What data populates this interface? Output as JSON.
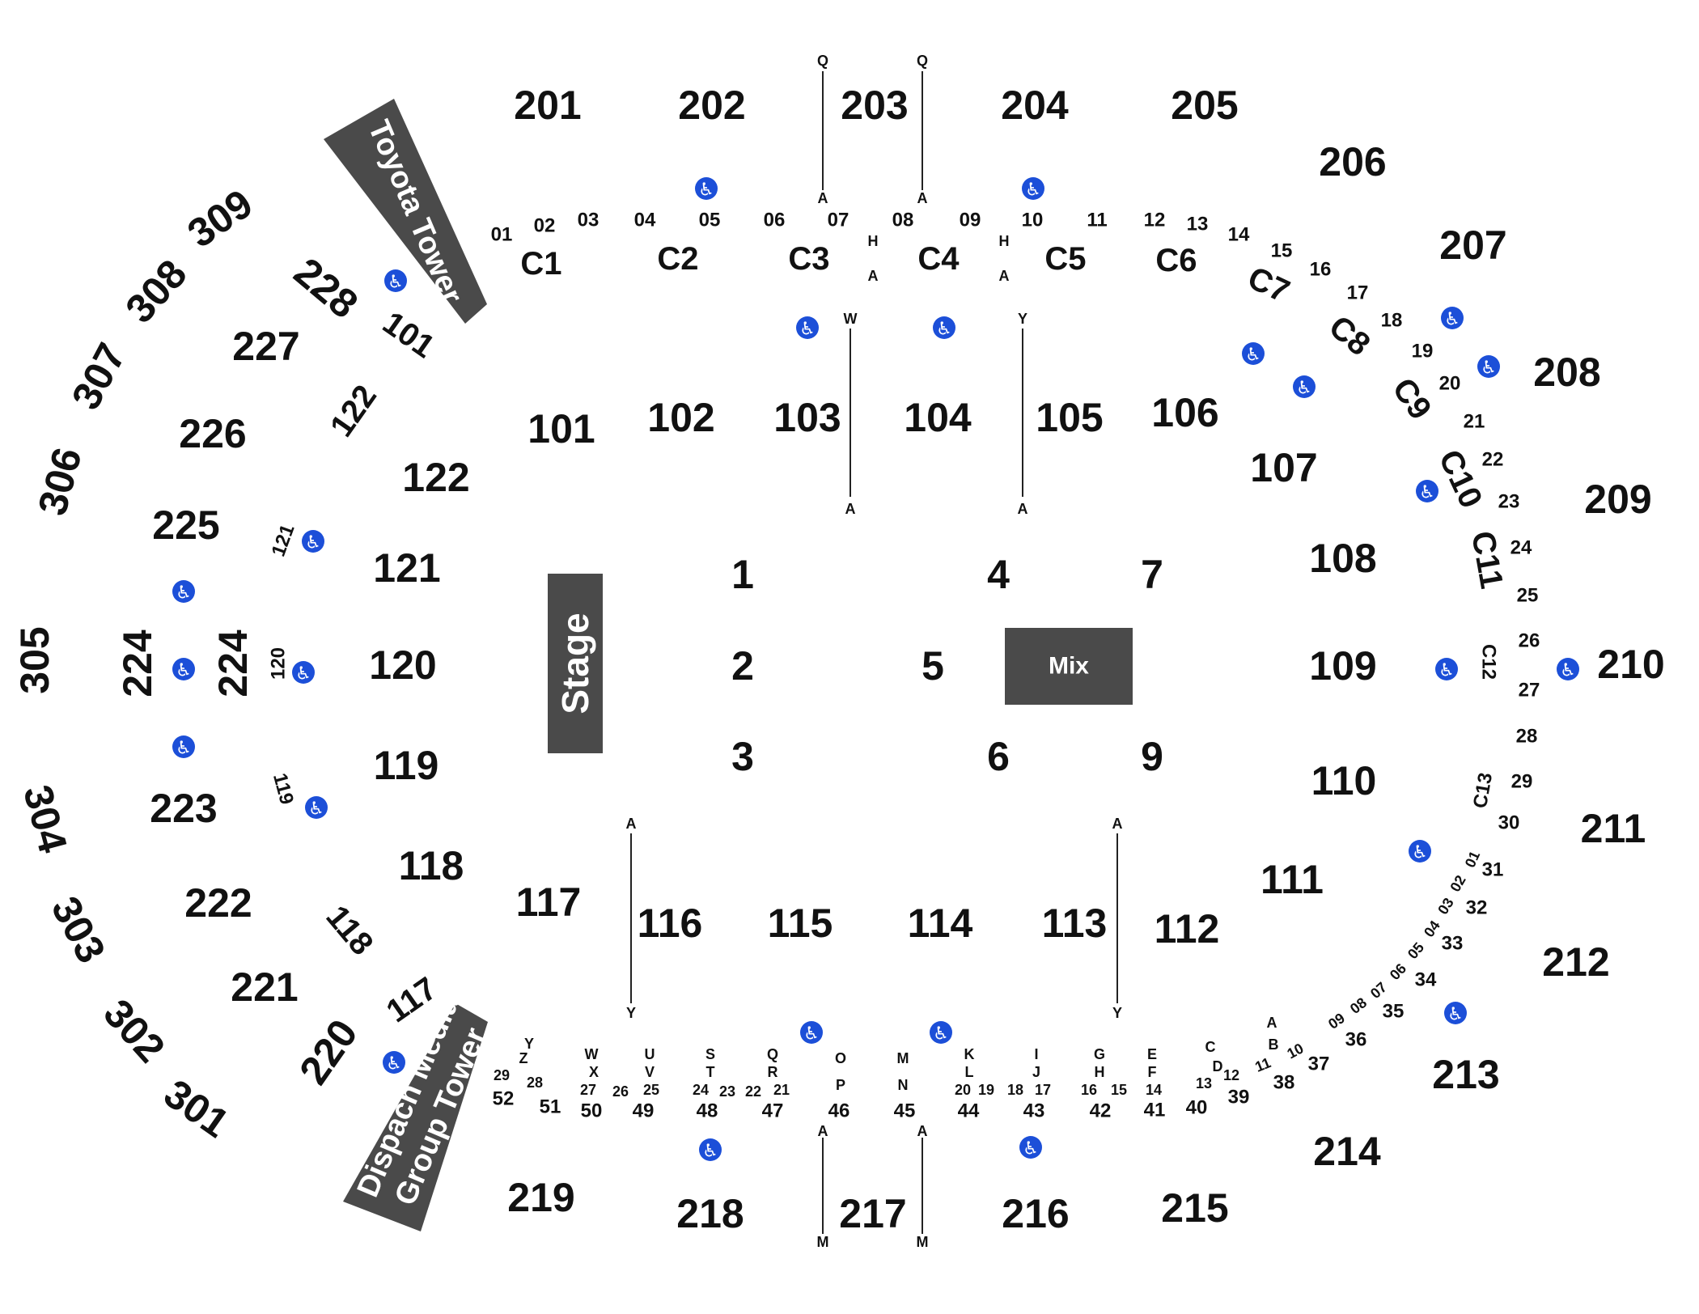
{
  "venue": {
    "stage_label": "Stage",
    "mix_label": "Mix",
    "tower_top_label": "Toyota Tower",
    "tower_bottom_label_line1": "Dispach Media",
    "tower_bottom_label_line2": "Group Tower",
    "accessibility_icon": "wheelchair-icon"
  },
  "sections": {
    "s201": "201",
    "s202": "202",
    "s203": "203",
    "s204": "204",
    "s205": "205",
    "s206": "206",
    "s207": "207",
    "s208": "208",
    "s209": "209",
    "s210": "210",
    "s211": "211",
    "s212": "212",
    "s213": "213",
    "s214": "214",
    "s215": "215",
    "s216": "216",
    "s217": "217",
    "s218": "218",
    "s219": "219",
    "s220": "220",
    "s221": "221",
    "s222": "222",
    "s223": "223",
    "s224a": "224",
    "s224b": "224",
    "s225": "225",
    "s226": "226",
    "s227": "227",
    "s228": "228",
    "s301": "301",
    "s302": "302",
    "s303": "303",
    "s304": "304",
    "s305": "305",
    "s306": "306",
    "s307": "307",
    "s308": "308",
    "s309": "309",
    "s101": "101",
    "s101b": "101",
    "s102": "102",
    "s103": "103",
    "s104": "104",
    "s105": "105",
    "s106": "106",
    "s107": "107",
    "s108": "108",
    "s109": "109",
    "s110": "110",
    "s111": "111",
    "s112": "112",
    "s113": "113",
    "s114": "114",
    "s115": "115",
    "s116": "116",
    "s117": "117",
    "s117b": "117",
    "s118": "118",
    "s118b": "118",
    "s119": "119",
    "s119b": "119",
    "s120": "120",
    "s120b": "120",
    "s121": "121",
    "s121b": "121",
    "s122": "122",
    "s122b": "122",
    "f1": "1",
    "f2": "2",
    "f3": "3",
    "f4": "4",
    "f5": "5",
    "f6": "6",
    "f7": "7",
    "f9": "9",
    "c1": "C1",
    "c2": "C2",
    "c3": "C3",
    "c4": "C4",
    "c5": "C5",
    "c6": "C6",
    "c7": "C7",
    "c8": "C8",
    "c9": "C9",
    "c10": "C10",
    "c11": "C11",
    "c12": "C12",
    "c13": "C13"
  },
  "top_boxes": [
    "01",
    "02",
    "03",
    "04",
    "05",
    "06",
    "07",
    "08",
    "09",
    "10",
    "11",
    "12",
    "13",
    "14",
    "15",
    "16",
    "17",
    "18",
    "19",
    "20",
    "21",
    "22",
    "23",
    "24",
    "25",
    "26",
    "27",
    "28",
    "29",
    "30",
    "31",
    "32",
    "33",
    "34",
    "35",
    "36",
    "37"
  ],
  "right_small": [
    "01",
    "02",
    "03",
    "04",
    "05",
    "06",
    "07",
    "08",
    "09",
    "10",
    "11"
  ],
  "bottom_boxes": [
    "52",
    "51",
    "50",
    "49",
    "48",
    "47",
    "46",
    "45",
    "44",
    "43",
    "42",
    "41",
    "40",
    "39",
    "38"
  ],
  "bottom_small": [
    "29",
    "28",
    "27",
    "26",
    "25",
    "24",
    "23",
    "22",
    "21",
    "20",
    "19",
    "18",
    "17",
    "16",
    "15",
    "14",
    "13",
    "12"
  ],
  "row_letters": {
    "q": "Q",
    "a": "A",
    "h": "H",
    "w": "W",
    "y": "Y",
    "m": "M",
    "b": "B",
    "c": "C",
    "d": "D",
    "e": "E",
    "f": "F",
    "g": "G",
    "i": "I",
    "j": "J",
    "k": "K",
    "l": "L",
    "n": "N",
    "o": "O",
    "p": "P",
    "r": "R",
    "s": "S",
    "t": "T",
    "u": "U",
    "v": "V",
    "x": "X",
    "z": "Z"
  }
}
